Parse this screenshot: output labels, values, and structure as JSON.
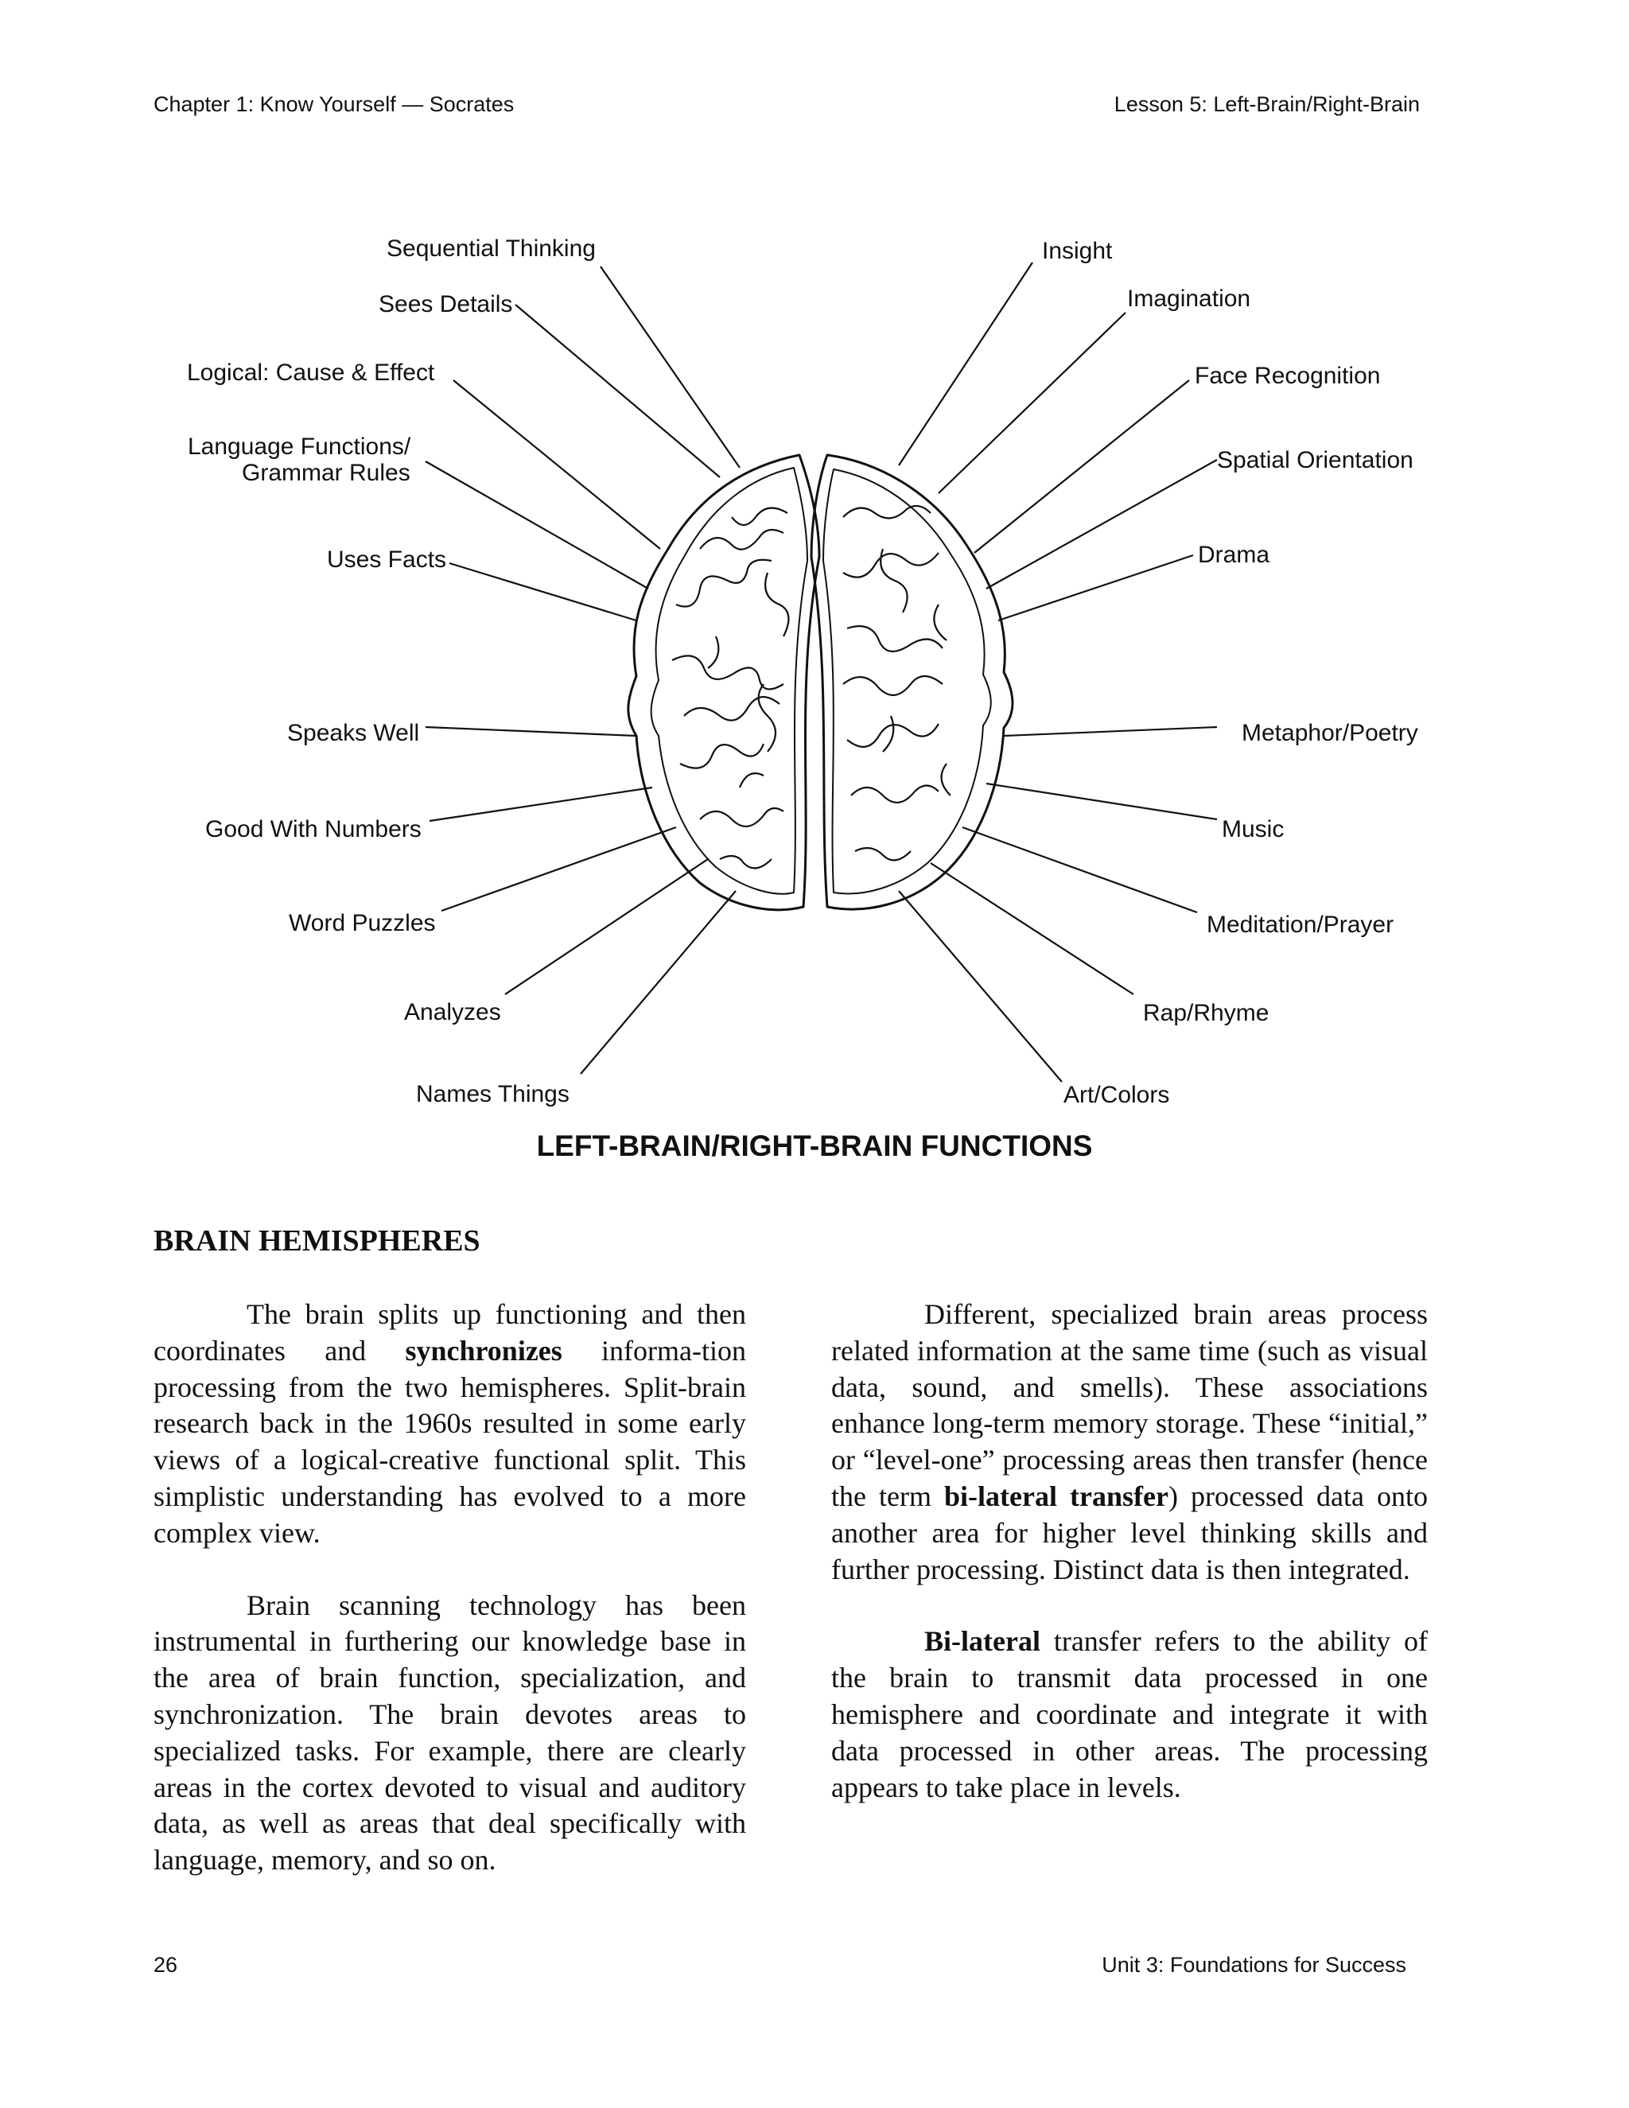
{
  "header": {
    "left": "Chapter 1: Know Yourself — Socrates",
    "right": "Lesson 5: Left-Brain/Right-Brain"
  },
  "diagram": {
    "left_labels": [
      "Sequential Thinking",
      "Sees Details",
      "Logical: Cause & Effect",
      "Language Functions/",
      "Grammar Rules",
      "Uses Facts",
      "Speaks Well",
      "Good With Numbers",
      "Word Puzzles",
      "Analyzes",
      "Names Things"
    ],
    "right_labels": [
      "Insight",
      "Imagination",
      "Face Recognition",
      "Spatial Orientation",
      "Drama",
      "Metaphor/Poetry",
      "Music",
      "Meditation/Prayer",
      "Rap/Rhyme",
      "Art/Colors"
    ],
    "caption": "LEFT-BRAIN/RIGHT-BRAIN FUNCTIONS"
  },
  "section": {
    "heading": "BRAIN HEMISPHERES"
  },
  "left_column": {
    "p1_a": "The brain splits up functioning and then coordinates and ",
    "p1_b": "synchronizes",
    "p1_c": " informa-tion processing from the two hemispheres. Split-brain research back in the 1960s resulted in some early views of a logical-creative functional split. This simplistic understanding has evolved to a more complex view.",
    "p2": "Brain scanning technology has been instrumental in furthering our knowledge base in the area of brain function, specialization, and synchronization. The brain devotes areas to specialized tasks. For example, there are clearly areas in the cortex devoted to visual and auditory data, as well as areas that deal specifically with language, memory, and so on."
  },
  "right_column": {
    "p1_a": "Different, specialized brain areas process related information at the same time (such as visual data, sound, and smells). These associations enhance long-term memory storage. These “initial,” or “level-one” processing areas then transfer (hence the term ",
    "p1_b": "bi-lateral transfer",
    "p1_c": ") processed data onto another area for higher level thinking skills and further processing. Distinct data is then integrated.",
    "p2_a": "Bi-lateral",
    "p2_b": " transfer refers to the ability of the brain to transmit data processed in one hemisphere and coordinate and integrate it with data processed in other areas. The processing appears to take place in levels."
  },
  "footer": {
    "page_number": "26",
    "unit": "Unit 3: Foundations for Success"
  }
}
